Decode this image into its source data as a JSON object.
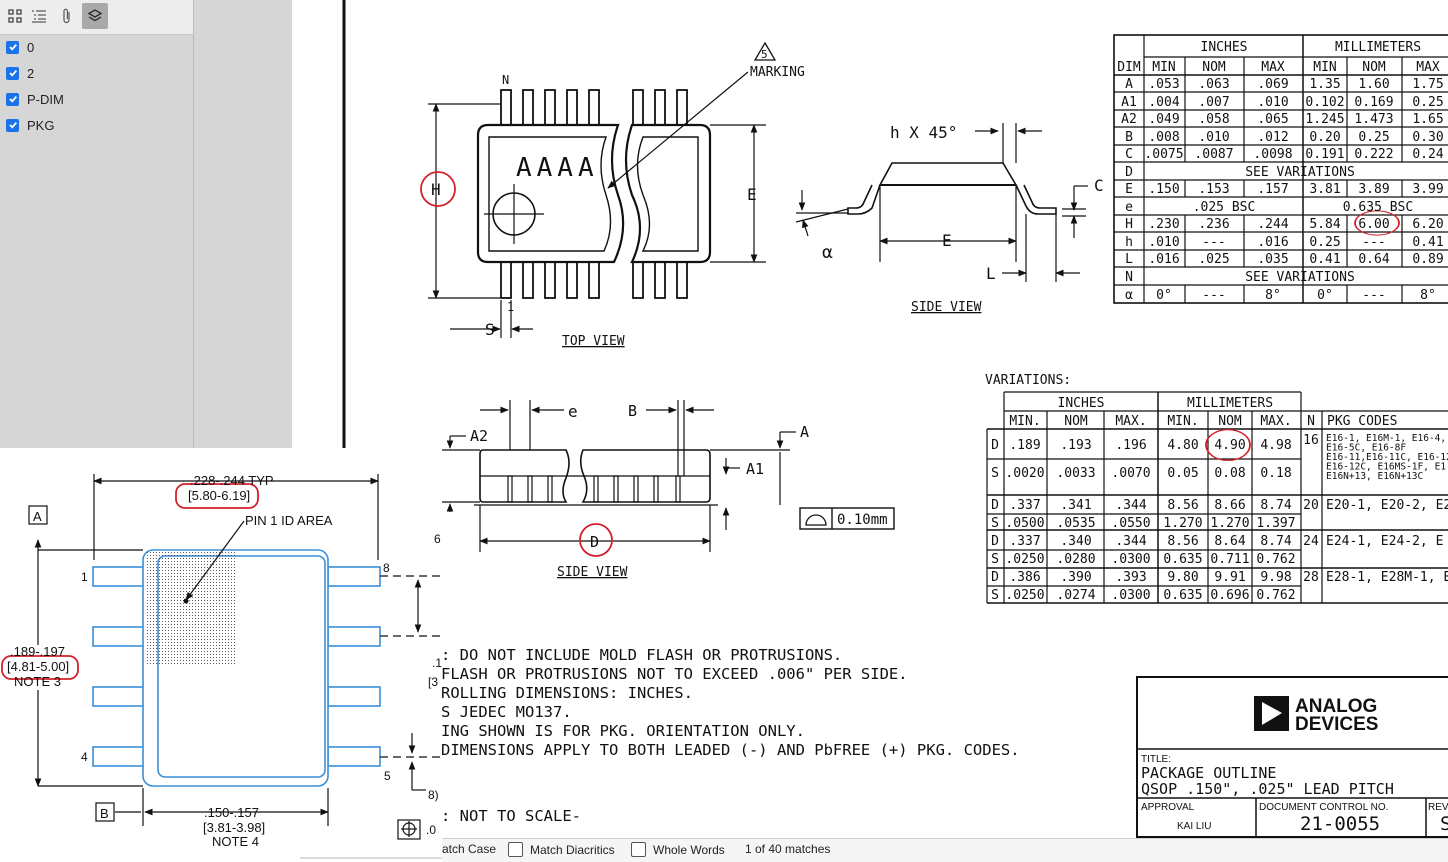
{
  "toolbar": {
    "buttons": [
      {
        "name": "thumbnails",
        "icon": "grid-icon"
      },
      {
        "name": "outline",
        "icon": "list-icon"
      },
      {
        "name": "attachments",
        "icon": "paperclip-icon"
      },
      {
        "name": "layers",
        "icon": "layers-icon"
      }
    ]
  },
  "layers": [
    "0",
    "2",
    "P-DIM",
    "PKG"
  ],
  "top_view": {
    "marking_label": "MARKING",
    "marking_num": "5",
    "pin_n": "N",
    "pin_1": "1",
    "chars": "AAAA",
    "h_label": "H",
    "e_label": "E",
    "s_label": "S",
    "title": "TOP VIEW"
  },
  "side_view_1": {
    "chamfer": "h X 45°",
    "c_label": "C",
    "alpha": "α",
    "e_label": "E",
    "l_label": "L",
    "title": "SIDE VIEW"
  },
  "side_view_2": {
    "a2": "A2",
    "e": "e",
    "b": "B",
    "a": "A",
    "a1": "A1",
    "tol": "0.10mm",
    "d": "D",
    "title": "SIDE VIEW"
  },
  "dim_table": {
    "group_inches": "INCHES",
    "group_mm": "MILLIMETERS",
    "header": [
      "DIM",
      "MIN",
      "NOM",
      "MAX",
      "MIN",
      "NOM",
      "MAX"
    ],
    "rows": [
      [
        "A",
        ".053",
        ".063",
        ".069",
        "1.35",
        "1.60",
        "1.75"
      ],
      [
        "A1",
        ".004",
        ".007",
        ".010",
        "0.102",
        "0.169",
        "0.25"
      ],
      [
        "A2",
        ".049",
        ".058",
        ".065",
        "1.245",
        "1.473",
        "1.65"
      ],
      [
        "B",
        ".008",
        ".010",
        ".012",
        "0.20",
        "0.25",
        "0.30"
      ],
      [
        "C",
        ".0075",
        ".0087",
        ".0098",
        "0.191",
        "0.222",
        "0.24"
      ],
      [
        "D",
        "SEE VARIATIONS"
      ],
      [
        "E",
        ".150",
        ".153",
        ".157",
        "3.81",
        "3.89",
        "3.99"
      ],
      [
        "e",
        ".025 BSC",
        "0.635 BSC"
      ],
      [
        "H",
        ".230",
        ".236",
        ".244",
        "5.84",
        "6.00",
        "6.20"
      ],
      [
        "h",
        ".010",
        "---",
        ".016",
        "0.25",
        "---",
        "0.41"
      ],
      [
        "L",
        ".016",
        ".025",
        ".035",
        "0.41",
        "0.64",
        "0.89"
      ],
      [
        "N",
        "SEE VARIATIONS"
      ],
      [
        "α",
        "0°",
        "---",
        "8°",
        "0°",
        "---",
        "8°"
      ]
    ]
  },
  "var_table": {
    "title": "VARIATIONS:",
    "group_inches": "INCHES",
    "group_mm": "MILLIMETERS",
    "header": [
      "MIN.",
      "NOM",
      "MAX.",
      "MIN.",
      "NOM",
      "MAX.",
      "N",
      "PKG CODES"
    ],
    "rows": [
      [
        "D",
        ".189",
        ".193",
        ".196",
        "4.80",
        "4.90",
        "4.98"
      ],
      [
        "S",
        ".0020",
        ".0033",
        ".0070",
        "0.05",
        "0.08",
        "0.18"
      ],
      [
        "D",
        ".337",
        ".341",
        ".344",
        "8.56",
        "8.66",
        "8.74"
      ],
      [
        "S",
        ".0500",
        ".0535",
        ".0550",
        "1.270",
        "1.270",
        "1.397"
      ],
      [
        "D",
        ".337",
        ".340",
        ".344",
        "8.56",
        "8.64",
        "8.74"
      ],
      [
        "S",
        ".0250",
        ".0280",
        ".0300",
        "0.635",
        "0.711",
        "0.762"
      ],
      [
        "D",
        ".386",
        ".390",
        ".393",
        "9.80",
        "9.91",
        "9.98"
      ],
      [
        "S",
        ".0250",
        ".0274",
        ".0300",
        "0.635",
        "0.696",
        "0.762"
      ]
    ],
    "n_values": [
      "16",
      "20",
      "24",
      "28"
    ],
    "codes_16": [
      "E16-1, E16M-1, E16-4,",
      "E16-5C, E16-8F",
      "E16-11,E16-11C, E16-12",
      "E16-12C, E16MS-1F, E1",
      "E16N+13, E16N+13C"
    ],
    "codes_20": "E20-1, E20-2, E2",
    "codes_24": "E24-1, E24-2, E",
    "codes_28": "E28-1, E28M-1, E"
  },
  "notes": [
    ": DO NOT INCLUDE MOLD FLASH OR PROTRUSIONS.",
    " FLASH OR PROTRUSIONS NOT TO EXCEED .006\" PER SIDE.",
    "ROLLING DIMENSIONS: INCHES.",
    "S JEDEC MO137.",
    "ING SHOWN IS FOR PKG. ORIENTATION ONLY.",
    "DIMENSIONS APPLY TO BOTH LEADED (-) AND PbFREE (+) PKG. CODES."
  ],
  "not_to_scale": ": NOT TO SCALE-",
  "title_block": {
    "logo_line1": "ANALOG",
    "logo_line2": "DEVICES",
    "title_label": "TITLE:",
    "title_line1": "PACKAGE OUTLINE",
    "title_line2": "QSOP .150\", .025\" LEAD PITCH",
    "approval_label": "APPROVAL",
    "approval_value": "KAI LIU",
    "doc_label": "DOCUMENT CONTROL NO.",
    "doc_value": "21-0055",
    "rev_label": "REV",
    "rev_value": "S"
  },
  "overlay": {
    "top_dim": ".228-.244  TYP",
    "top_dim_mm": "[5.80-6.19]",
    "pin1_label": "PIN 1 ID AREA",
    "datum_a": "A",
    "datum_b": "B",
    "left_dim": ".189-.197",
    "left_dim_mm": "[4.81-5.00]",
    "left_note": "NOTE 3",
    "bottom_dim": ".150-.157",
    "bottom_dim_mm": "[3.81-3.98]",
    "bottom_note": "NOTE 4",
    "pin_labels": [
      "1",
      "4",
      "8",
      "5"
    ],
    "cut_6": "6",
    "cut_1": ".1",
    "cut_3": "[3",
    "cut_8": "8)",
    "cut_0": ".0"
  },
  "findbar": {
    "match_case": "atch Case",
    "match_diacritics": "Match Diacritics",
    "whole_words": "Whole Words",
    "result": "1 of 40 matches"
  }
}
